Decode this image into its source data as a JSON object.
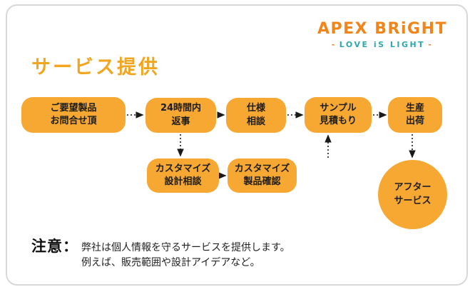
{
  "colors": {
    "accent_orange": "#F6A832",
    "title_orange": "#F2A51F",
    "logo_orange": "#F08519",
    "logo_teal": "#2FA8AD",
    "arrow_black": "#1A1A1A",
    "frame_gray": "#D8D8D8"
  },
  "logo": {
    "brand": "APEX BRiGHT",
    "tagline": "LOVE iS LIGHT",
    "dash": "-"
  },
  "title": "サービス提供",
  "flow": {
    "steps": [
      {
        "line1": "ご要望製品",
        "line2": "お問合せ頂"
      },
      {
        "line1": "24時間内",
        "line2": "返事"
      },
      {
        "line1": "仕様",
        "line2": "相談"
      },
      {
        "line1": "サンプル",
        "line2": "見積もり"
      },
      {
        "line1": "生産",
        "line2": "出荷"
      }
    ],
    "sub_steps": [
      {
        "line1": "カスタマイズ",
        "line2": "設計相談"
      },
      {
        "line1": "カスタマイズ",
        "line2": "製品確認"
      }
    ],
    "after_service": {
      "line1": "アフター",
      "line2": "サービス"
    }
  },
  "note": {
    "label": "注意：",
    "line1": "弊社は個人情報を守るサービスを提供します。",
    "line2": "例えば、販売範囲や設計アイデアなど。"
  }
}
